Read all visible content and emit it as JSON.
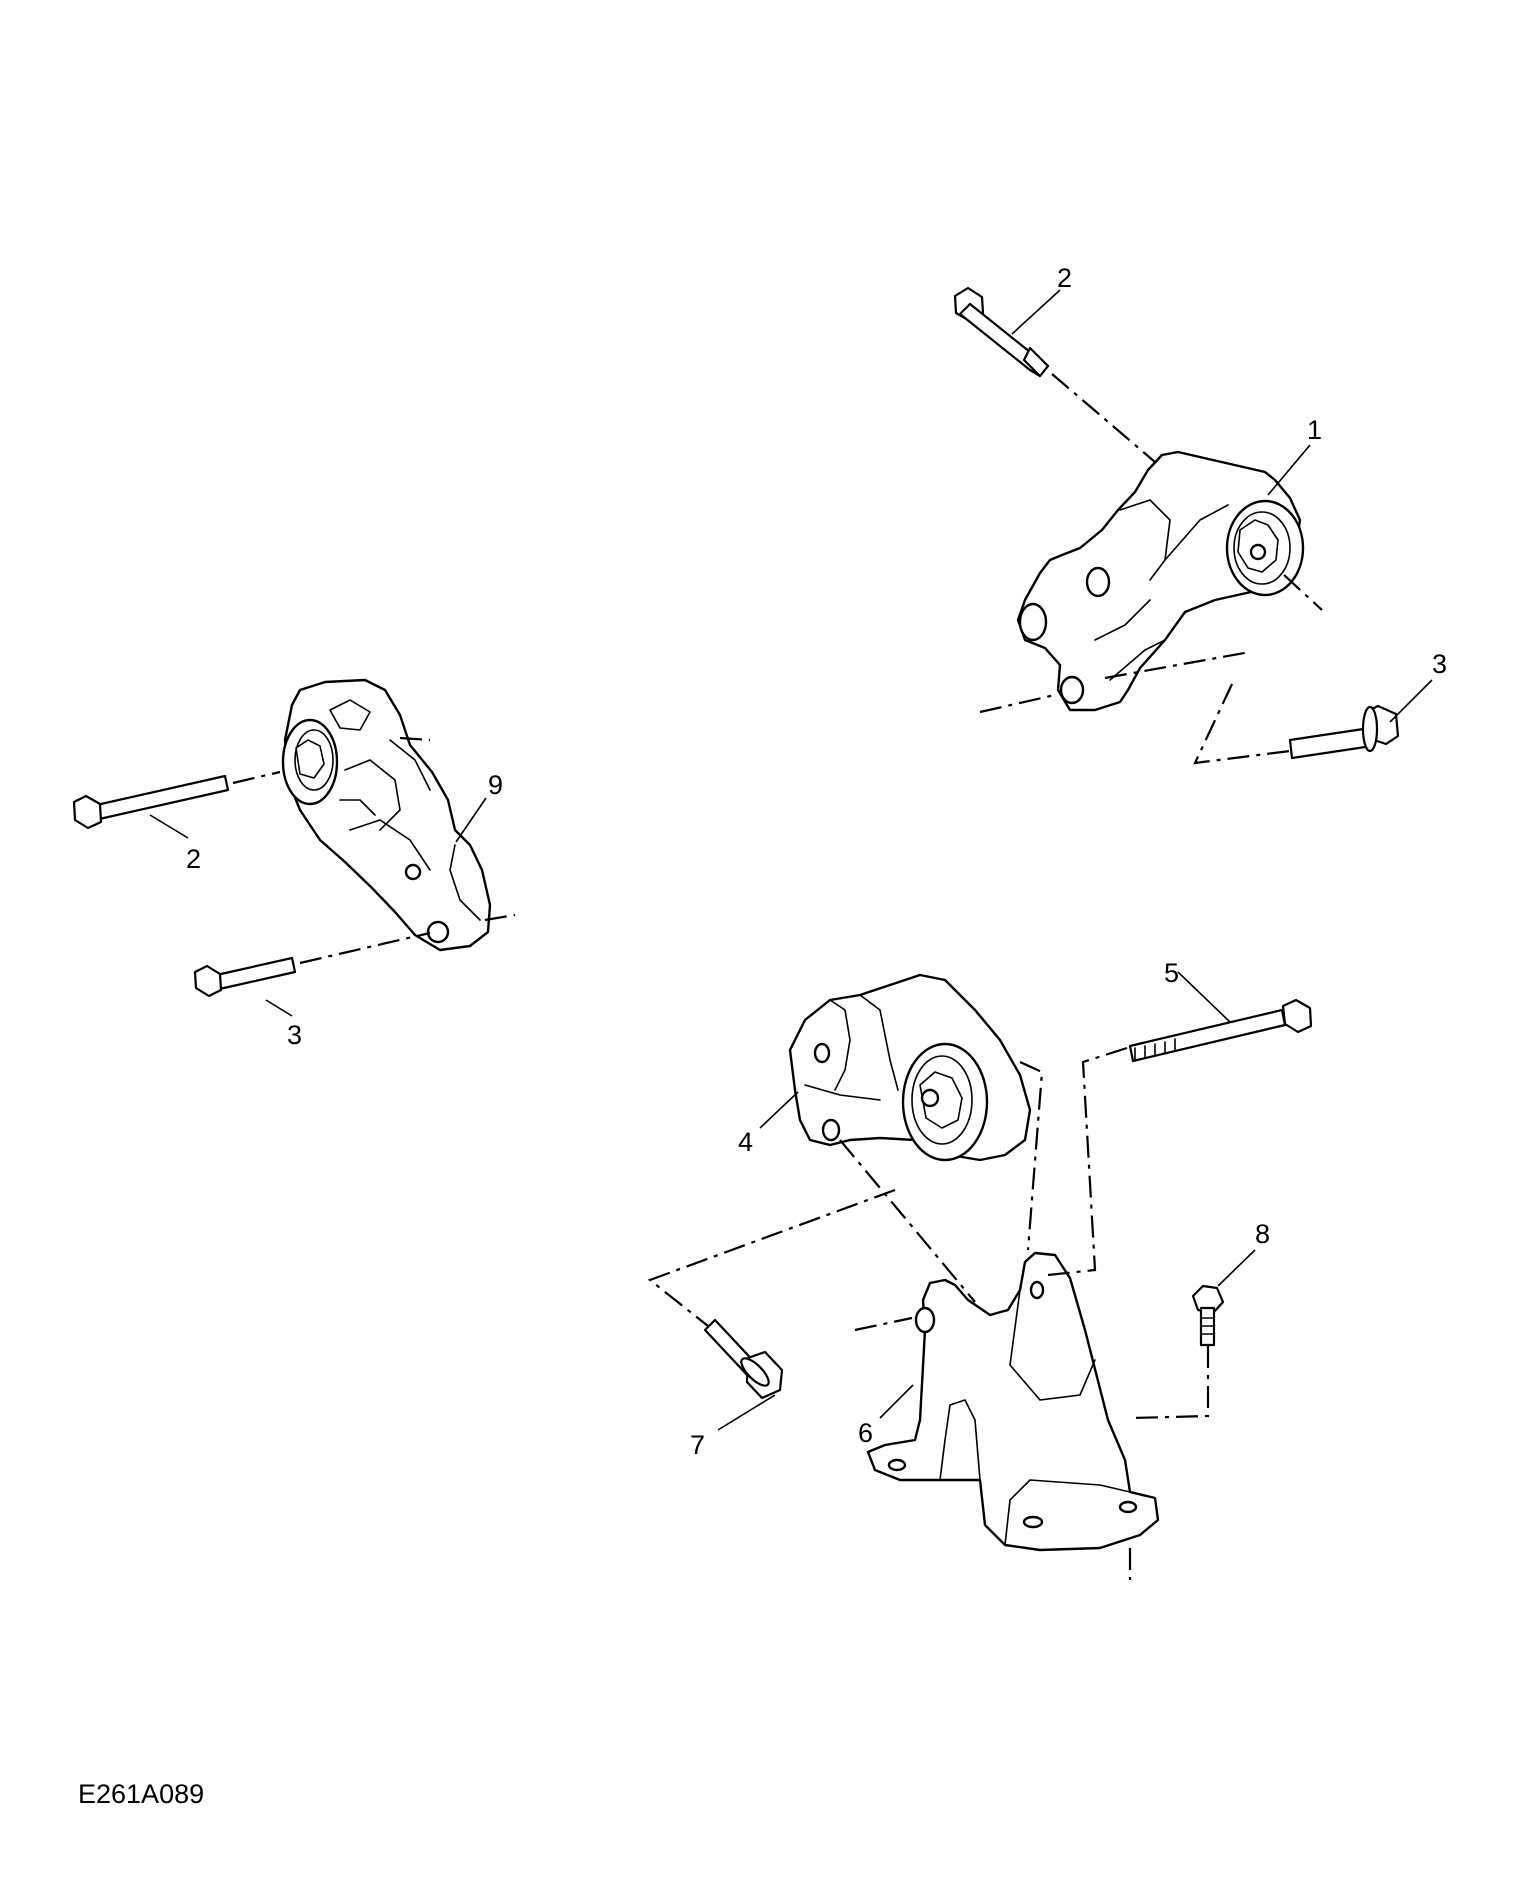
{
  "diagram_code": "E261A089",
  "callouts": {
    "c1": "1",
    "c2_top": "2",
    "c3_right": "3",
    "c9": "9",
    "c2_left": "2",
    "c3_left": "3",
    "c5": "5",
    "c4": "4",
    "c8": "8",
    "c6": "6",
    "c7": "7"
  }
}
